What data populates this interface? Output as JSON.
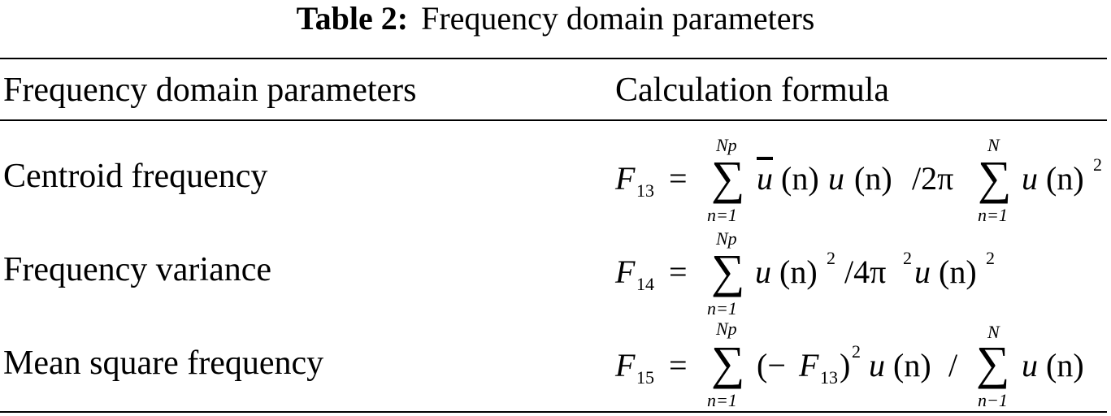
{
  "table": {
    "caption_label": "Table 2:",
    "caption_text": "Frequency domain parameters",
    "headers": [
      "Frequency domain parameters",
      "Calculation formula"
    ],
    "rows": [
      {
        "parameter": "Centroid frequency",
        "formula": {
          "lhs": "F",
          "lhs_sub": "13",
          "equals": "=",
          "sum1_upper": "Np",
          "sum1_lower": "n=1",
          "sigma": "∑",
          "term1_ubar": "u",
          "term1_arg": "(n)",
          "term1_u": "u",
          "term1_arg2": "(n)",
          "divider": "/2π",
          "sum2_upper": "N",
          "sum2_lower": "n=1",
          "term2_u": "u",
          "term2_arg": "(n)",
          "term2_sup": "2"
        }
      },
      {
        "parameter": "Frequency variance",
        "formula": {
          "lhs": "F",
          "lhs_sub": "14",
          "equals": "=",
          "sum1_upper": "Np",
          "sum1_lower": "n=1",
          "sigma": "∑",
          "term1_u": "u",
          "term1_arg": "(n)",
          "term1_sup": "2",
          "divider": "/4π",
          "divider_sup": "2",
          "term2_u": "u",
          "term2_arg": "(n)",
          "term2_sup": "2"
        }
      },
      {
        "parameter": "Mean square frequency",
        "formula": {
          "lhs": "F",
          "lhs_sub": "15",
          "equals": "=",
          "sum1_upper": "Np",
          "sum1_lower": "n=1",
          "sigma": "∑",
          "paren_open": "(−",
          "inner_f": "F",
          "inner_sub": "13",
          "paren_close": ")",
          "inner_sup": "2",
          "term1_u": "u",
          "term1_arg": "(n)",
          "divider": "/",
          "sum2_upper": "N",
          "sum2_lower": "n−1",
          "term2_u": "u",
          "term2_arg": "(n)"
        }
      }
    ]
  }
}
